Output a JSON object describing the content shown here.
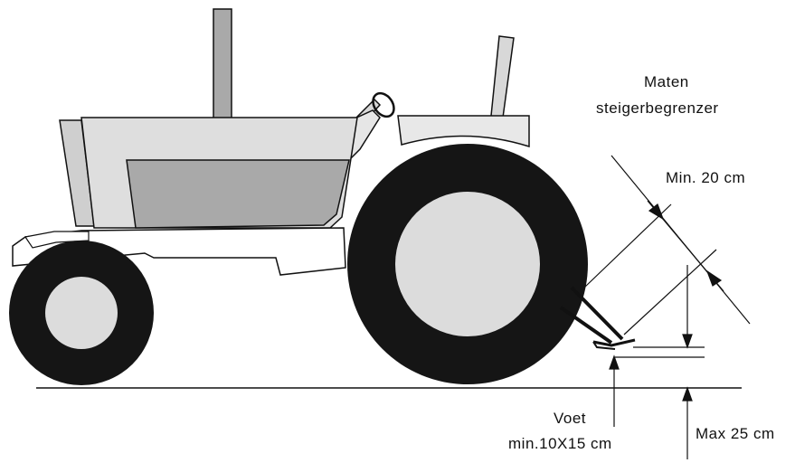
{
  "labels": {
    "title_line1": "Maten",
    "title_line2": "steigerbegrenzer",
    "min_distance": "Min. 20 cm",
    "foot_line1": "Voet",
    "foot_line2": "min.10X15 cm",
    "max_height": "Max 25 cm"
  },
  "colors": {
    "ink": "#111111",
    "tyre": "#151515",
    "hub": "#dcdcdc",
    "body_light": "#dedede",
    "panel_dark": "#a9a9a9",
    "background": "#ffffff"
  }
}
